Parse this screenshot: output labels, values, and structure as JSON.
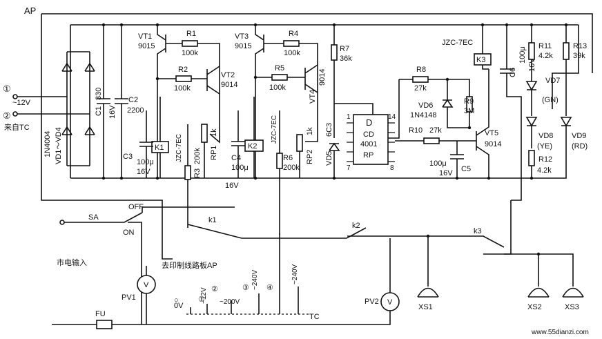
{
  "board": {
    "label": "AP"
  },
  "input": {
    "terminal_1": "①",
    "terminal_2": "②",
    "voltage": "~12V",
    "from_tc": "来自TC"
  },
  "rectifier": {
    "label": "VD1～VD4",
    "part": "1N4004"
  },
  "caps": {
    "c1": "C1",
    "c1_val": "330",
    "c1_v": "16V",
    "c2": "C2",
    "c2_val": "2200",
    "c3": "C3",
    "c3_val": "100μ",
    "c3_v": "16V",
    "c4": "C4",
    "c4_val": "100μ",
    "c4_v": "16V",
    "c5": "C5",
    "c5_val": "100μ",
    "c5_v": "16V",
    "c6": "C6",
    "c6_val": "100μ",
    "c6_v": "16V"
  },
  "transistors": {
    "vt1": "VT1",
    "vt1_part": "9015",
    "vt2": "VT2",
    "vt2_part": "9014",
    "vt3": "VT3",
    "vt3_part": "9015",
    "vt4": "VT4",
    "vt4_part": "9014",
    "vt5": "VT5",
    "vt5_part": "9014"
  },
  "resistors": {
    "r1": "R1",
    "r1_val": "100k",
    "r2": "R2",
    "r2_val": "100k",
    "r3": "R3",
    "r3_val": "200k",
    "r4": "R4",
    "r4_val": "100k",
    "r5": "R5",
    "r5_val": "100k",
    "r6": "R6",
    "r6_val": "200k",
    "r7": "R7",
    "r7_val": "36k",
    "r8": "R8",
    "r8_val": "27k",
    "r9": "R9",
    "r9_val": "3M",
    "r10": "R10",
    "r10_val": "27k",
    "r11": "R11",
    "r11_val": "4.2k",
    "r12": "R12",
    "r12_val": "4.2k",
    "r13": "R13",
    "r13_val": "39k",
    "rp1": "RP1",
    "rp1_val": "1k",
    "rp2": "RP2",
    "rp2_val": "1k"
  },
  "relays": {
    "k1": "K1",
    "k1_type": "JZC-7EC",
    "k2": "K2",
    "k2_type": "JZC-7EC",
    "k3": "K3",
    "k3_type": "JZC-7EC"
  },
  "diodes": {
    "vd5": "VD5",
    "vd5_part": "6C3",
    "vd6": "VD6",
    "vd6_part": "1N4148",
    "vd7": "VD7",
    "vd7_color": "(GN)",
    "vd8": "VD8",
    "vd8_color": "(YE)",
    "vd9": "VD9",
    "vd9_color": "(RD)"
  },
  "ic": {
    "d": "D",
    "name1": "CD",
    "name2": "4001",
    "name3": "RP",
    "pin1": "1",
    "pin14": "14",
    "pin7": "7",
    "pin8": "8"
  },
  "supply": {
    "v16": "16V"
  },
  "switch": {
    "sa": "SA",
    "off": "OFF",
    "on": "ON"
  },
  "contacts": {
    "k1": "k1",
    "k2": "k2",
    "k3": "k3"
  },
  "mains": {
    "label": "市电输入",
    "fuse": "FU",
    "to_board": "去印制线路板AP"
  },
  "meters": {
    "pv1": "PV1",
    "pv2": "PV2",
    "v": "V"
  },
  "transformer": {
    "tap_0": "○",
    "tap_0v": "0V",
    "tap_1": "①",
    "tap_1v": "~12V",
    "tap_2": "②",
    "tap_2v": "~200V",
    "tap_3": "③",
    "tap_3v": "~240V",
    "tap_4": "④",
    "tap_4v": "~240V",
    "label": "TC"
  },
  "sockets": {
    "xs1": "XS1",
    "xs2": "XS2",
    "xs3": "XS3"
  },
  "watermark": "www.55dianzi.com"
}
